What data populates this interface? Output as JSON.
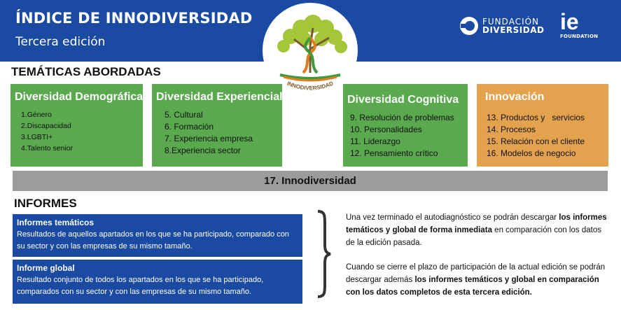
{
  "header": {
    "title": "ÍNDICE DE INNODIVERSIDAD",
    "subtitle": "Tercera edición",
    "center_logo_text": "INNODIVERSIDAD",
    "partner_logo_1": {
      "line1": "FUNDACIÓN",
      "line2": "DIVERSIDAD"
    },
    "partner_logo_2": {
      "mark": "ie",
      "sub": "FOUNDATION"
    }
  },
  "colors": {
    "header_blue": "#1a4aa1",
    "card_green": "#5aa94e",
    "card_orange": "#e3a24d",
    "bar_gray": "#9c9c9c"
  },
  "tematicas": {
    "heading": "TEMÁTICAS ABORDADAS",
    "cards": [
      {
        "title": "Diversidad Demográfica",
        "items": [
          "1.Género",
          "2.Discapacidad",
          "3.LGBTI+",
          "4.Talento senior"
        ]
      },
      {
        "title": "Diversidad Experiencial",
        "items": [
          "5. Cultural",
          "6. Formación",
          "7. Experiencia empresa",
          "8.Experiencia sector"
        ]
      },
      {
        "title": "Diversidad Cognitiva",
        "items": [
          "9. Resolución de problemas",
          "10. Personalidades",
          "11. Liderazgo",
          "12. Pensamiento crítico"
        ]
      },
      {
        "title": "Innovación",
        "items": [
          "13. Productos y   servicios",
          "14. Procesos",
          "15. Relación con el cliente",
          "16. Modelos de negocio"
        ]
      }
    ],
    "innodiversidad_bar": "17. Innodiversidad"
  },
  "informes": {
    "heading": "INFORMES",
    "boxes": [
      {
        "title": "Informes temáticos",
        "body": "Resultados de aquellos apartados en los que se ha participado, comparado con su sector y con las empresas de su mismo tamaño."
      },
      {
        "title": "Informe global",
        "body": "Resultado conjunto de todos los apartados en los que se ha participado, comparados con su sector y con las empresas de su mismo tamaño."
      }
    ],
    "paragraph_1": {
      "pre": "Una vez terminado el autodiagnóstico se podrán descargar ",
      "bold": "los informes temáticos y global de forma inmediata",
      "post": " en comparación con los datos de la edición pasada."
    },
    "paragraph_2": {
      "pre": "Cuando se cierre el plazo de participación de la actual edición se podrán descargar además ",
      "bold": "los informes temáticos y global en comparación con los datos completos de esta tercera edición.",
      "post": ""
    }
  }
}
